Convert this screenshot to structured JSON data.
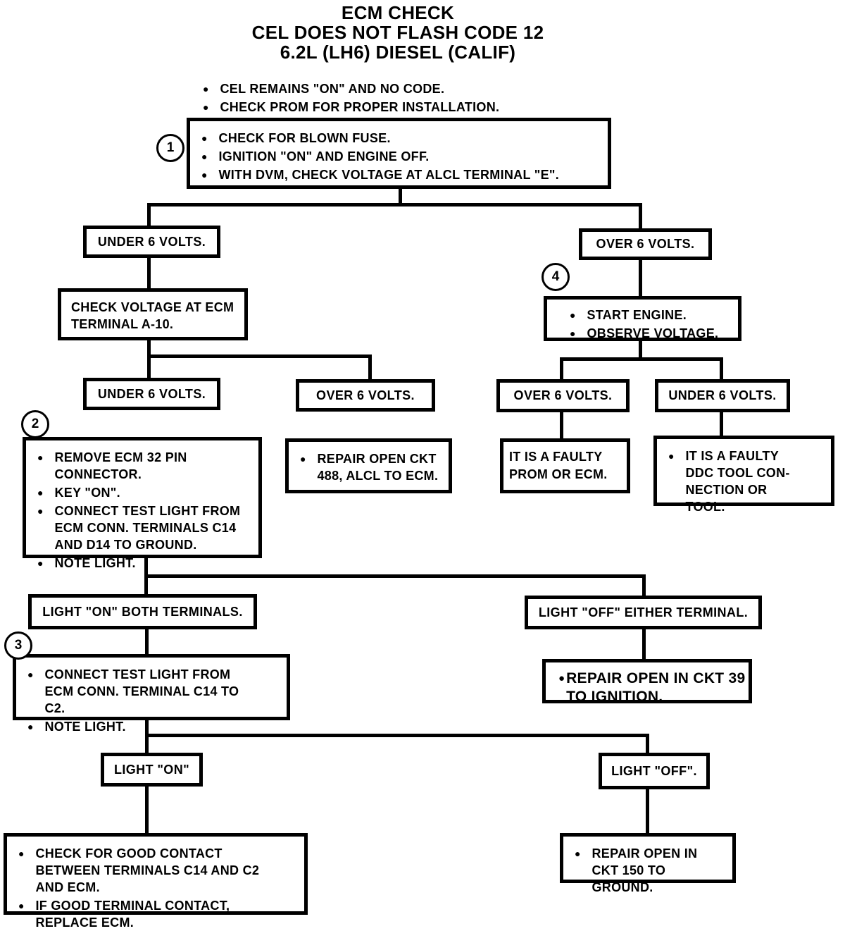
{
  "glyphs": {
    "bullet": "●"
  },
  "title": {
    "lines": [
      "ECM CHECK",
      "CEL DOES NOT FLASH CODE 12",
      "6.2L (LH6) DIESEL (CALIF)"
    ]
  },
  "intro_bullets": [
    "CEL REMAINS \"ON\" AND NO CODE.",
    "CHECK PROM FOR PROPER INSTALLATION."
  ],
  "badges": {
    "b1": "1",
    "b2": "2",
    "b3": "3",
    "b4": "4"
  },
  "nodes": {
    "step1": [
      "CHECK FOR BLOWN FUSE.",
      "IGNITION \"ON\" AND ENGINE OFF.",
      "WITH DVM, CHECK VOLTAGE AT ALCL TERMINAL \"E\"."
    ],
    "under6_a": "UNDER 6 VOLTS.",
    "over6_a": "OVER 6 VOLTS.",
    "check_a10": "CHECK VOLTAGE AT ECM TERMINAL A-10.",
    "under6_b": "UNDER 6 VOLTS.",
    "over6_b": "OVER 6 VOLTS.",
    "step2": [
      "REMOVE ECM 32 PIN CONNECTOR.",
      "KEY \"ON\".",
      "CONNECT TEST LIGHT FROM ECM CONN. TERMINALS C14 AND D14 TO GROUND.",
      "NOTE LIGHT."
    ],
    "repair_488": "REPAIR OPEN CKT 488, ALCL TO ECM.",
    "step4": [
      "START ENGINE.",
      "OBSERVE VOLTAGE."
    ],
    "over6_c": "OVER 6 VOLTS.",
    "under6_c": "UNDER 6 VOLTS.",
    "faulty_prom": "IT IS A FAULTY PROM OR ECM.",
    "faulty_ddc": "IT IS A FAULTY DDC TOOL CON-NECTION OR TOOL.",
    "light_on_both": "LIGHT \"ON\" BOTH TERMINALS.",
    "light_off_either": "LIGHT \"OFF\" EITHER TERMINAL.",
    "step3": [
      "CONNECT TEST LIGHT FROM ECM CONN. TERMINAL C14 TO C2.",
      "NOTE LIGHT."
    ],
    "repair_39": "REPAIR OPEN IN CKT 39 TO IGNITION.",
    "light_on": "LIGHT \"ON\"",
    "light_off": "LIGHT \"OFF\".",
    "check_contact": [
      "CHECK FOR GOOD CONTACT BETWEEN TERMINALS C14 AND C2 AND ECM.",
      "IF GOOD TERMINAL CONTACT, REPLACE ECM."
    ],
    "repair_150": "REPAIR OPEN IN CKT 150 TO GROUND."
  }
}
